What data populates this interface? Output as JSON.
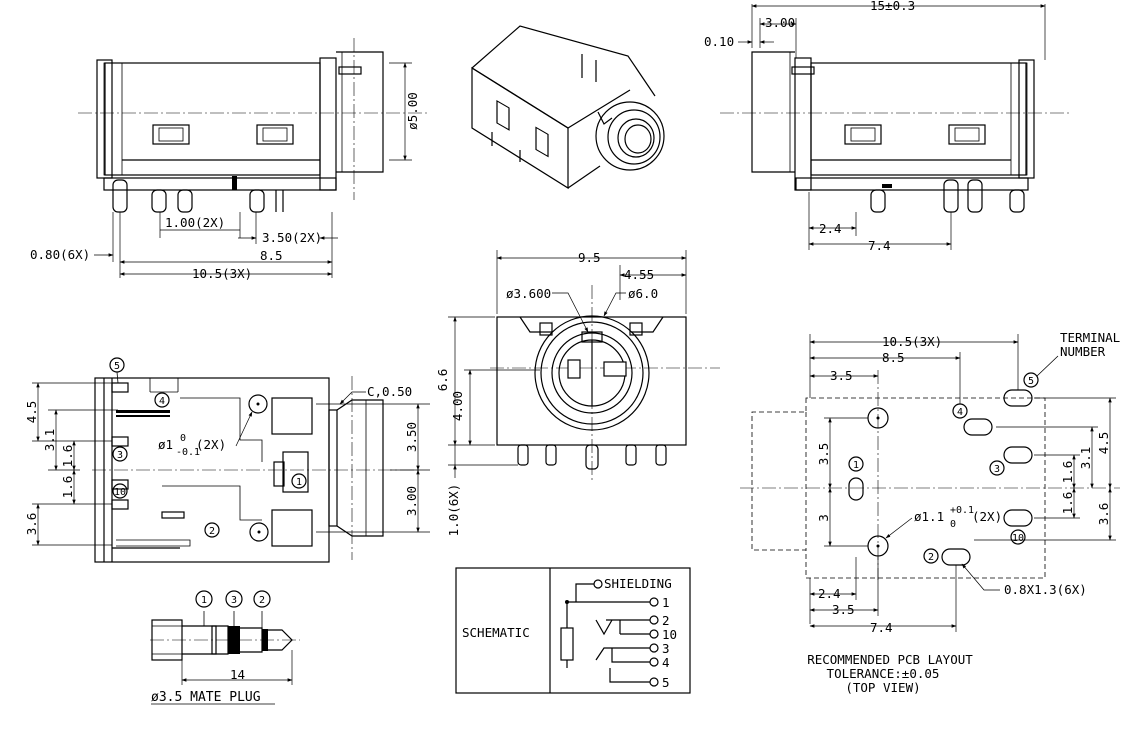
{
  "dims": {
    "top_left": [
      "0.80(6X)",
      "1.00(2X)",
      "3.50(2X)",
      "8.5",
      "10.5(3X)",
      "ø5.00"
    ],
    "top_right": [
      "15±0.3",
      "3.00",
      "0.10",
      "2.4",
      "7.4"
    ],
    "front": [
      "9.5",
      "4.55",
      "ø3.600",
      "ø6.0",
      "6.6",
      "4.00",
      "1.0(6X)"
    ],
    "bottom_left": [
      "C,0.50",
      "4.5",
      "3.1",
      "1.6",
      "1.6",
      "3.6",
      "3.50",
      "3.00"
    ],
    "hole_left_main": "ø1",
    "hole_left_tol_top": "0",
    "hole_left_tol_bot": "-0.1",
    "hole_left_suffix": "(2X)",
    "pcb_top": [
      "10.5(3X)",
      "8.5",
      "3.5"
    ],
    "pcb_left": [
      "3.5",
      "3"
    ],
    "pcb_right": [
      "4.5",
      "3.1",
      "1.6",
      "1.6",
      "3.6"
    ],
    "pcb_bottom": [
      "2.4",
      "3.5",
      "7.4"
    ],
    "pcb_hole_main": "ø1.1",
    "pcb_hole_tol_top": "+0.1",
    "pcb_hole_tol_bot": "0",
    "pcb_hole_suffix": "(2X)",
    "pcb_slot": "0.8X1.3(6X)",
    "plug_len": "14"
  },
  "terminals": {
    "left": [
      "5",
      "4",
      "3",
      "10",
      "1",
      "2"
    ],
    "plug": [
      "1",
      "3",
      "2"
    ],
    "pcb": [
      "5",
      "4",
      "3",
      "1",
      "10",
      "2"
    ]
  },
  "labels": {
    "terminal_number_1": "TERMINAL",
    "terminal_number_2": "NUMBER",
    "mate_plug": "ø3.5 MATE PLUG",
    "schematic": "SCHEMATIC",
    "pcb_title_1": "RECOMMENDED PCB LAYOUT",
    "pcb_title_2": "TOLERANCE:±0.05",
    "pcb_title_3": "(TOP VIEW)"
  },
  "schematic_pins": [
    "SHIELDING",
    "1",
    "2",
    "10",
    "3",
    "4",
    "5"
  ]
}
